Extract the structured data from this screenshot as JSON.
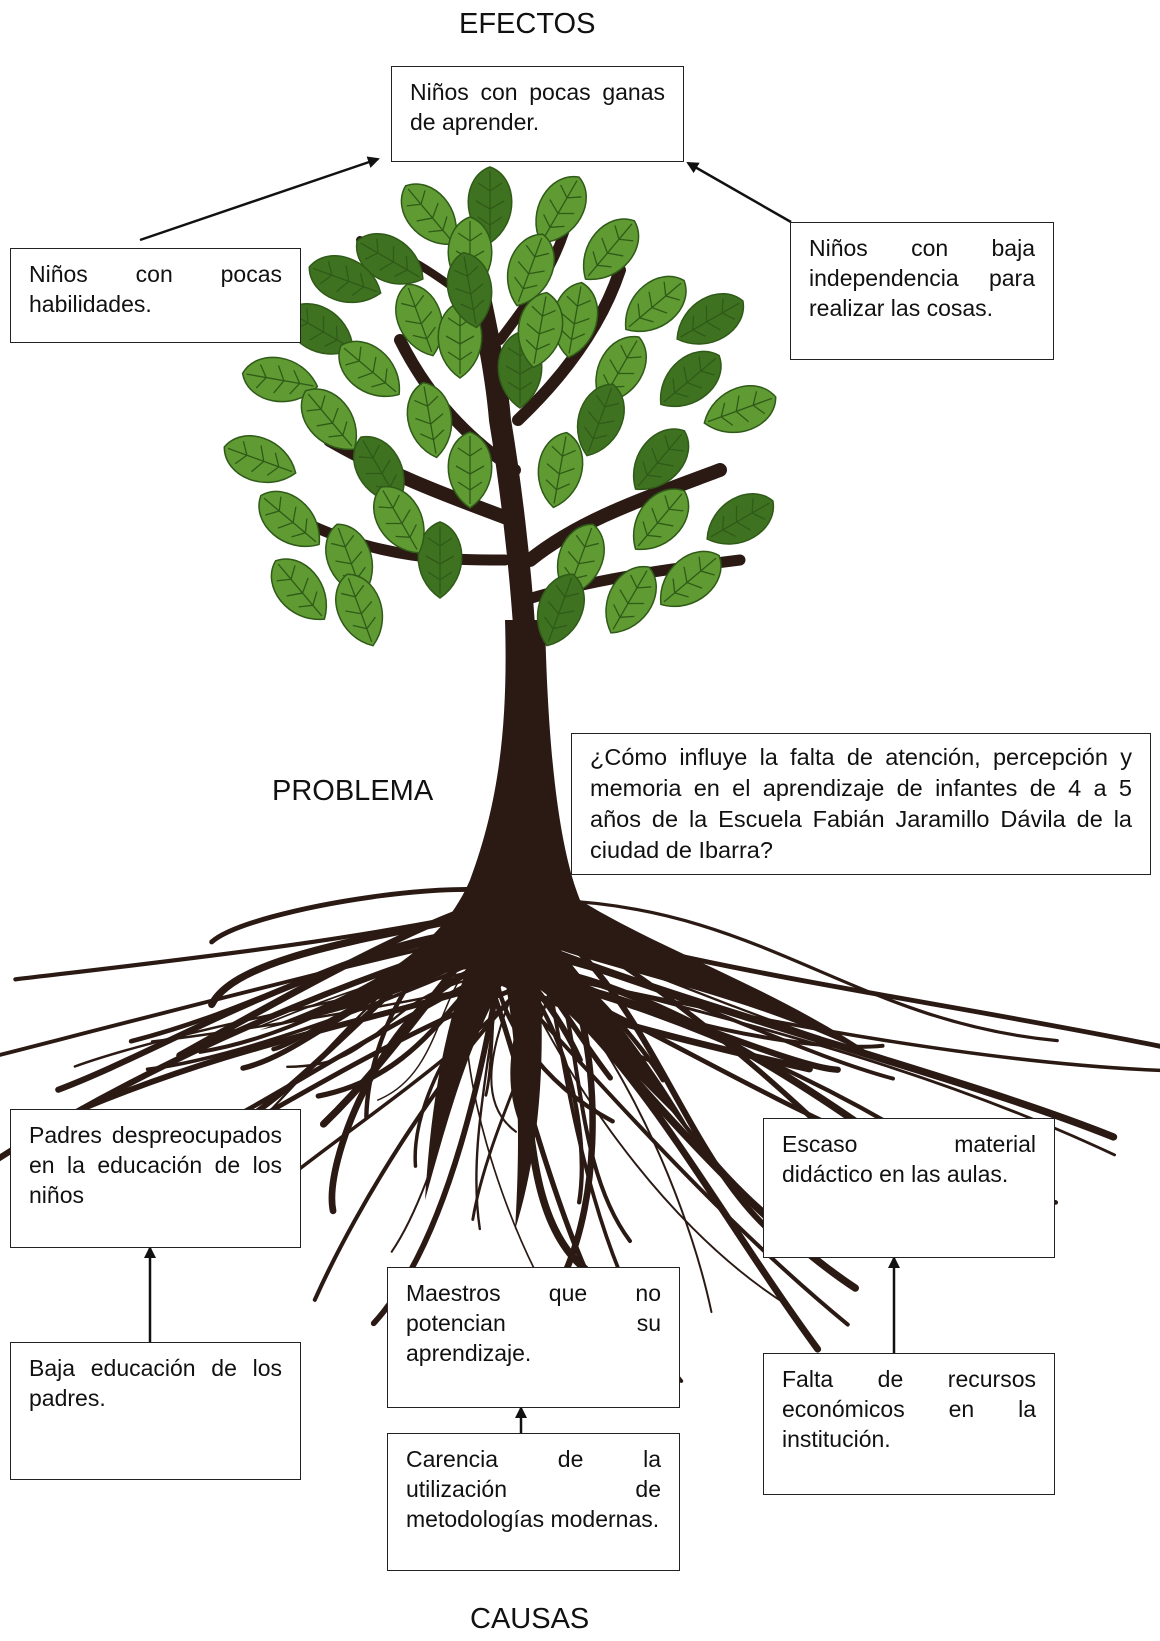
{
  "headings": {
    "effects": "EFECTOS",
    "problem": "PROBLEMA",
    "causes": "CAUSAS"
  },
  "effects": {
    "top": "Niños con pocas ganas de aprender.",
    "left": "Niños con pocas habilidades.",
    "right": "Niños con baja independencia para realizar las cosas."
  },
  "problem": {
    "question": "¿Cómo influye la falta de atención, percepción y memoria en el aprendizaje de infantes de 4 a 5 años de la Escuela Fabián Jaramillo Dávila de la ciudad de Ibarra?"
  },
  "causes": {
    "left_upper": "Padres despreocupados en la educación de los niños",
    "left_lower": "Baja educación de los padres.",
    "center_upper": "Maestros que no potencian su aprendizaje.",
    "center_lower": "Carencia de la utilización de metodologías modernas.",
    "right_upper": "Escaso material didáctico en las aulas.",
    "right_lower": "Falta de recursos económicos en la institución."
  },
  "colors": {
    "leaf": "#5f9a32",
    "leaf_dark": "#3f7220",
    "trunk": "#2b1a14",
    "border": "#222222"
  }
}
